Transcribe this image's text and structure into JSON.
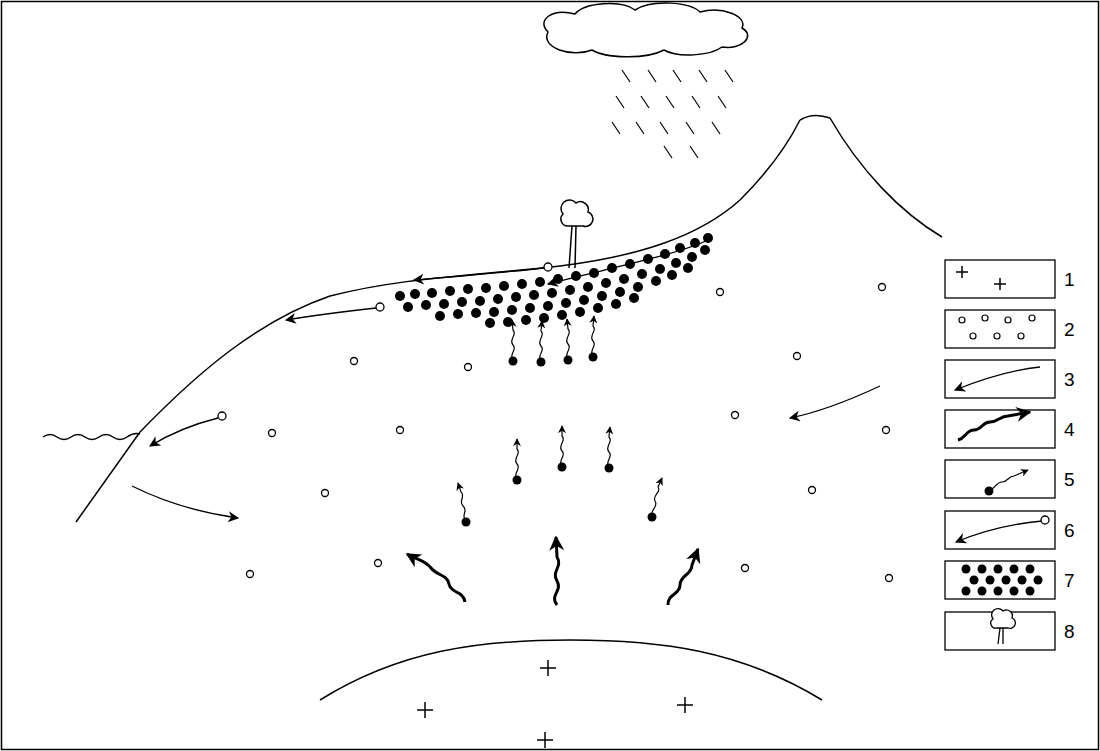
{
  "diagram": {
    "legend": [
      {
        "text": "1"
      },
      {
        "text": "2"
      },
      {
        "text": "3"
      },
      {
        "text": "4"
      },
      {
        "text": "5"
      },
      {
        "text": "6"
      },
      {
        "text": "7"
      },
      {
        "text": "8"
      }
    ]
  }
}
